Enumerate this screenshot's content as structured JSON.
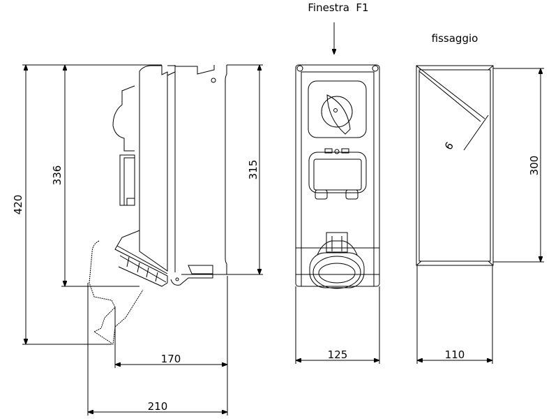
{
  "title_window": "Finestra  F1",
  "title_fixing": "fissaggio",
  "dimensions": {
    "total_height": "420",
    "body_height": "336",
    "back_height": "315",
    "depth_body": "170",
    "depth_total": "210",
    "front_width": "125",
    "fixing_width": "110",
    "fixing_height": "300",
    "hole_diameter": "6"
  }
}
